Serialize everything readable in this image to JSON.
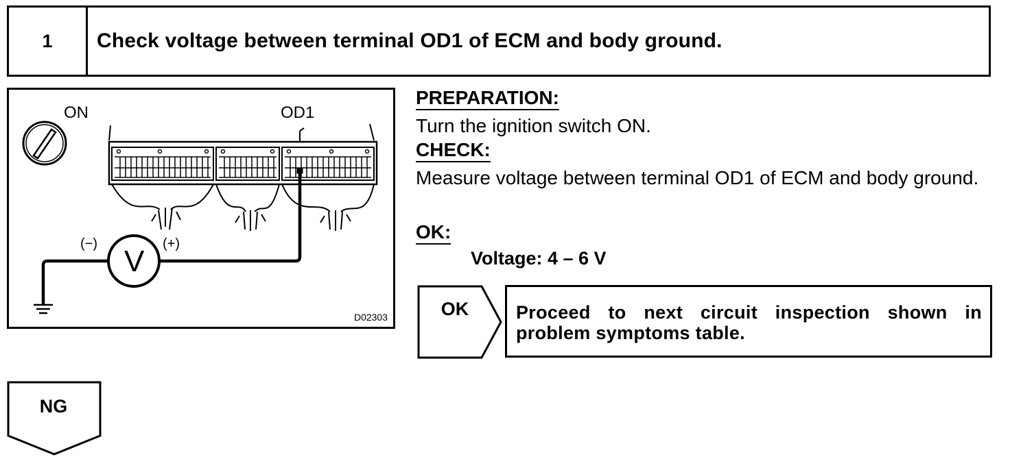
{
  "step": {
    "number": "1",
    "title": "Check voltage between terminal OD1 of ECM and body ground."
  },
  "diagram": {
    "switch_label": "ON",
    "terminal_label": "OD1",
    "meter_symbol": "V",
    "negative_label": "(−)",
    "positive_label": "(+)",
    "figure_id": "D02303"
  },
  "preparation": {
    "heading": "PREPARATION:",
    "text": "Turn the ignition switch ON."
  },
  "check": {
    "heading": "CHECK:",
    "text": "Measure voltage between terminal OD1 of ECM and body ground."
  },
  "ok": {
    "heading": "OK:",
    "spec": "Voltage: 4 – 6 V"
  },
  "result_ok": {
    "tag": "OK",
    "text": "Proceed to next circuit inspection shown in problem symptoms table."
  },
  "result_ng": {
    "tag": "NG"
  }
}
